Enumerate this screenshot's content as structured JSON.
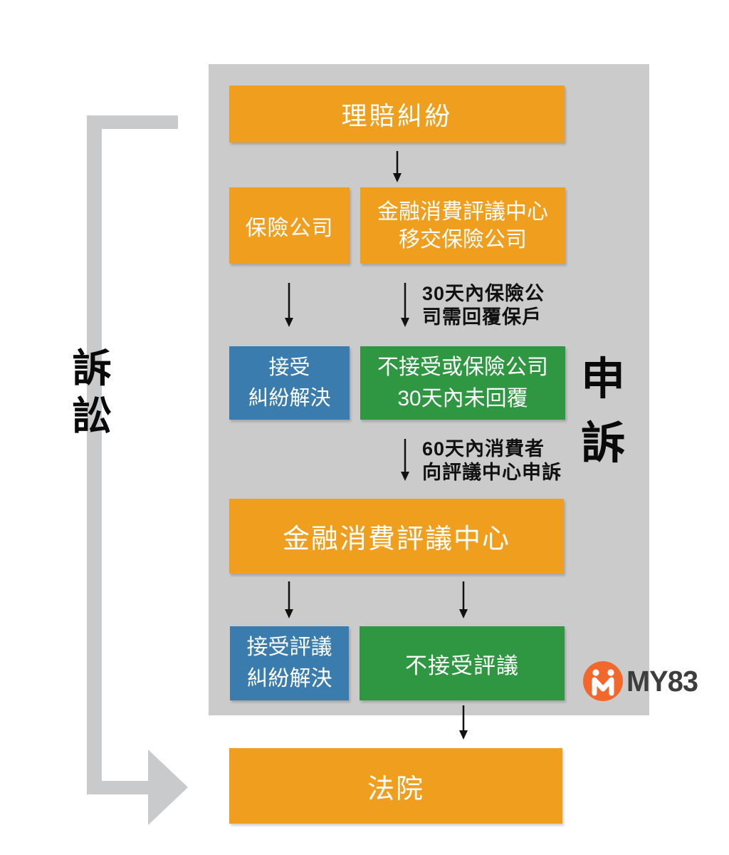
{
  "colors": {
    "box_orange": "#F09E1E",
    "box_blue": "#3A7CAE",
    "box_green": "#2F9641",
    "panel_gray": "#CBCBCB",
    "litigation_arrow_gray": "#C8CACB",
    "connector_black": "#111111",
    "logo_orange": "#F2672C",
    "logo_text_gray": "#3D3D3D"
  },
  "nodes": {
    "claim_dispute": "理賠糾紛",
    "insurance_company": "保險公司",
    "center_transfer": {
      "line1": "金融消費評議中心",
      "line2": "移交保險公司"
    },
    "accept_resolution": {
      "line1": "接受",
      "line2": "糾紛解決"
    },
    "reject_or_no_reply": {
      "line1": "不接受或保險公司",
      "line2": "30天內未回覆"
    },
    "evaluation_center": "金融消費評議中心",
    "accept_evaluation": {
      "line1": "接受評議",
      "line2": "糾紛解決"
    },
    "reject_evaluation": "不接受評議",
    "court": "法院"
  },
  "annotations": {
    "reply_deadline": {
      "line1": "30天內保險公",
      "line2": "司需回覆保戶"
    },
    "appeal_deadline": {
      "line1": "60天內消費者",
      "line2": "向評議中心申訴"
    },
    "appeal_vertical": {
      "char1": "申",
      "char2": "訴"
    },
    "litigation_vertical": {
      "char1": "訴",
      "char2": "訟"
    }
  },
  "logo": {
    "text": "MY83"
  }
}
